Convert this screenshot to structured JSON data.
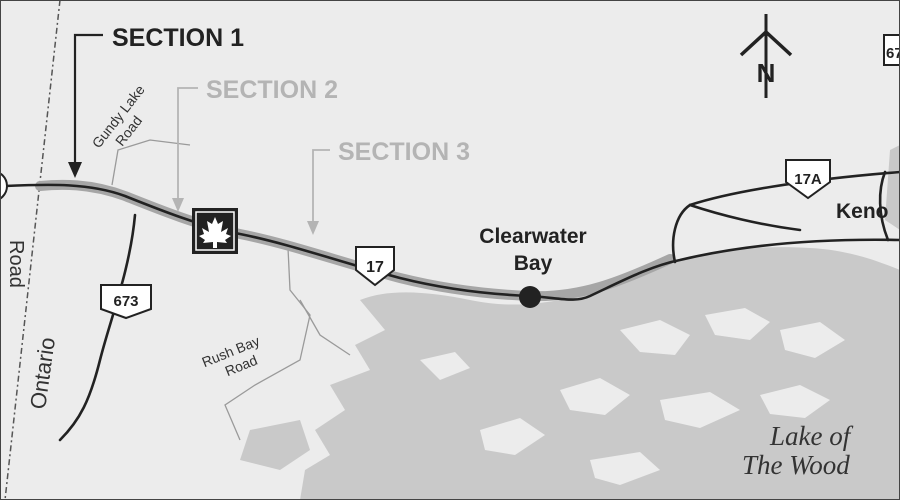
{
  "map": {
    "colors": {
      "land": "#ececec",
      "water": "#c9c9c9",
      "road": "#222222",
      "highlight": "#a6a6a6",
      "minor_road": "#9a9a9a",
      "gray_text": "#b4b4b4"
    },
    "sections": {
      "s1": "SECTION 1",
      "s2": "SECTION 2",
      "s3": "SECTION 3"
    },
    "roads": {
      "gundy_1": "Gundy Lake",
      "gundy_2": "Road",
      "rush_1": "Rush Bay",
      "rush_2": "Road",
      "left_partial": "Road"
    },
    "shields": {
      "hwy17": "17",
      "hwy17a": "17A",
      "hwy673": "673",
      "hwy_partial": "67"
    },
    "places": {
      "town_1": "Clearwater",
      "town_2": "Bay",
      "kenora_partial": "Keno",
      "province": "Ontario"
    },
    "water": {
      "lake_1": "Lake of",
      "lake_2": "The Wood"
    },
    "north": "N",
    "icons": {
      "canada_marker": "maple-leaf-icon",
      "north_arrow": "north-arrow-icon"
    }
  }
}
